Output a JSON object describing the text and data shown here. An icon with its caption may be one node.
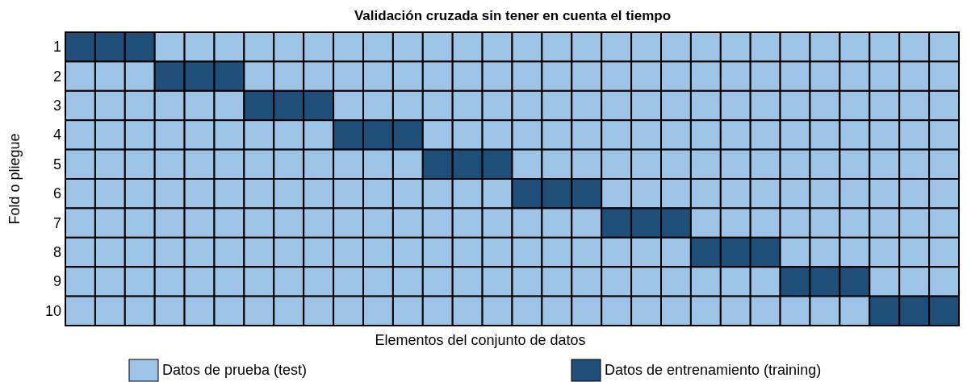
{
  "diagram": {
    "title": "Validación cruzada sin tener en cuenta el tiempo",
    "labels": [
      "Fold o pliegue",
      "1",
      "2",
      "3",
      "4",
      "5",
      "6",
      "7",
      "8",
      "9",
      "10",
      "Elementos del conjunto de datos"
    ],
    "legend": [
      {
        "text": "Datos de prueba (test)",
        "color": "#9dc3e6"
      },
      {
        "text": "Datos de entrenamiento (training)",
        "color": "#1f4e79"
      }
    ]
  }
}
